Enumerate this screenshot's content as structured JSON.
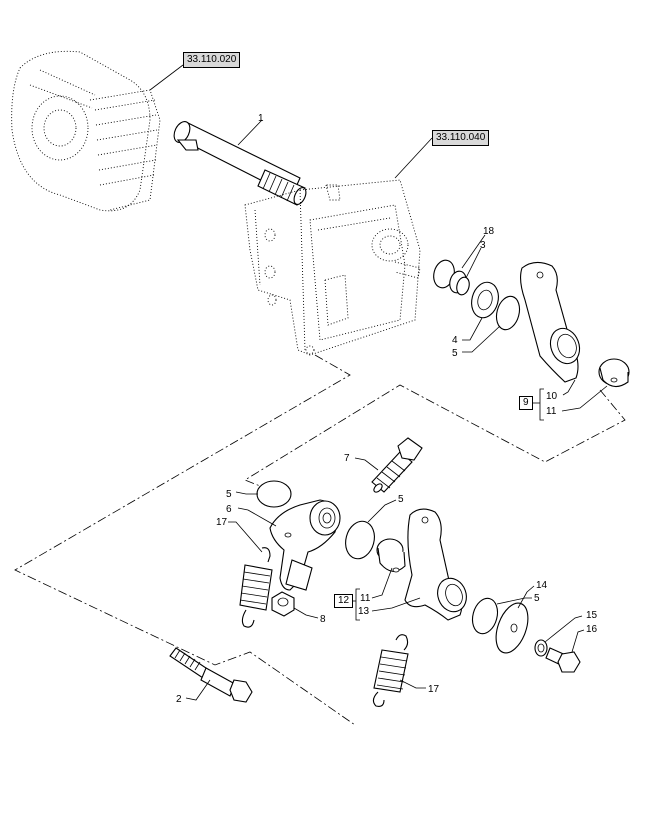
{
  "references": [
    {
      "id": "ref-1",
      "text": "33.110.020"
    },
    {
      "id": "ref-2",
      "text": "33.110.040"
    }
  ],
  "labels": {
    "p1": "1",
    "p18": "18",
    "p3": "3",
    "p4": "4",
    "p5a": "5",
    "p10": "10",
    "p11a": "11",
    "p9": "9",
    "p7": "7",
    "p5b": "5",
    "p6": "6",
    "p5c": "5",
    "p17a": "17",
    "p5d": "5",
    "p14": "14",
    "p12": "12",
    "p11b": "11",
    "p13": "13",
    "p8": "8",
    "p15": "15",
    "p16": "16",
    "p17b": "17",
    "p2": "2"
  }
}
